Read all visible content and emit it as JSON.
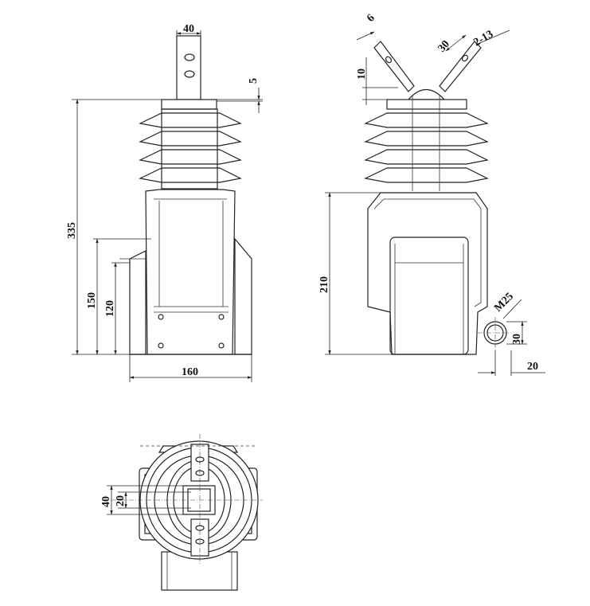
{
  "front_view": {
    "dims": {
      "top_width": "40",
      "top_offset": "5",
      "total_height": "335",
      "base_height_150": "150",
      "base_height_120": "120",
      "base_width": "160"
    }
  },
  "side_view": {
    "dims": {
      "terminal_6": "6",
      "terminal_10": "10",
      "terminal_30": "30",
      "terminal_13": "2-13",
      "body_height": "210",
      "thread": "M25",
      "thread_30": "30",
      "thread_20": "20"
    }
  },
  "top_view": {
    "dims": {
      "outer": "40",
      "inner": "20"
    }
  }
}
